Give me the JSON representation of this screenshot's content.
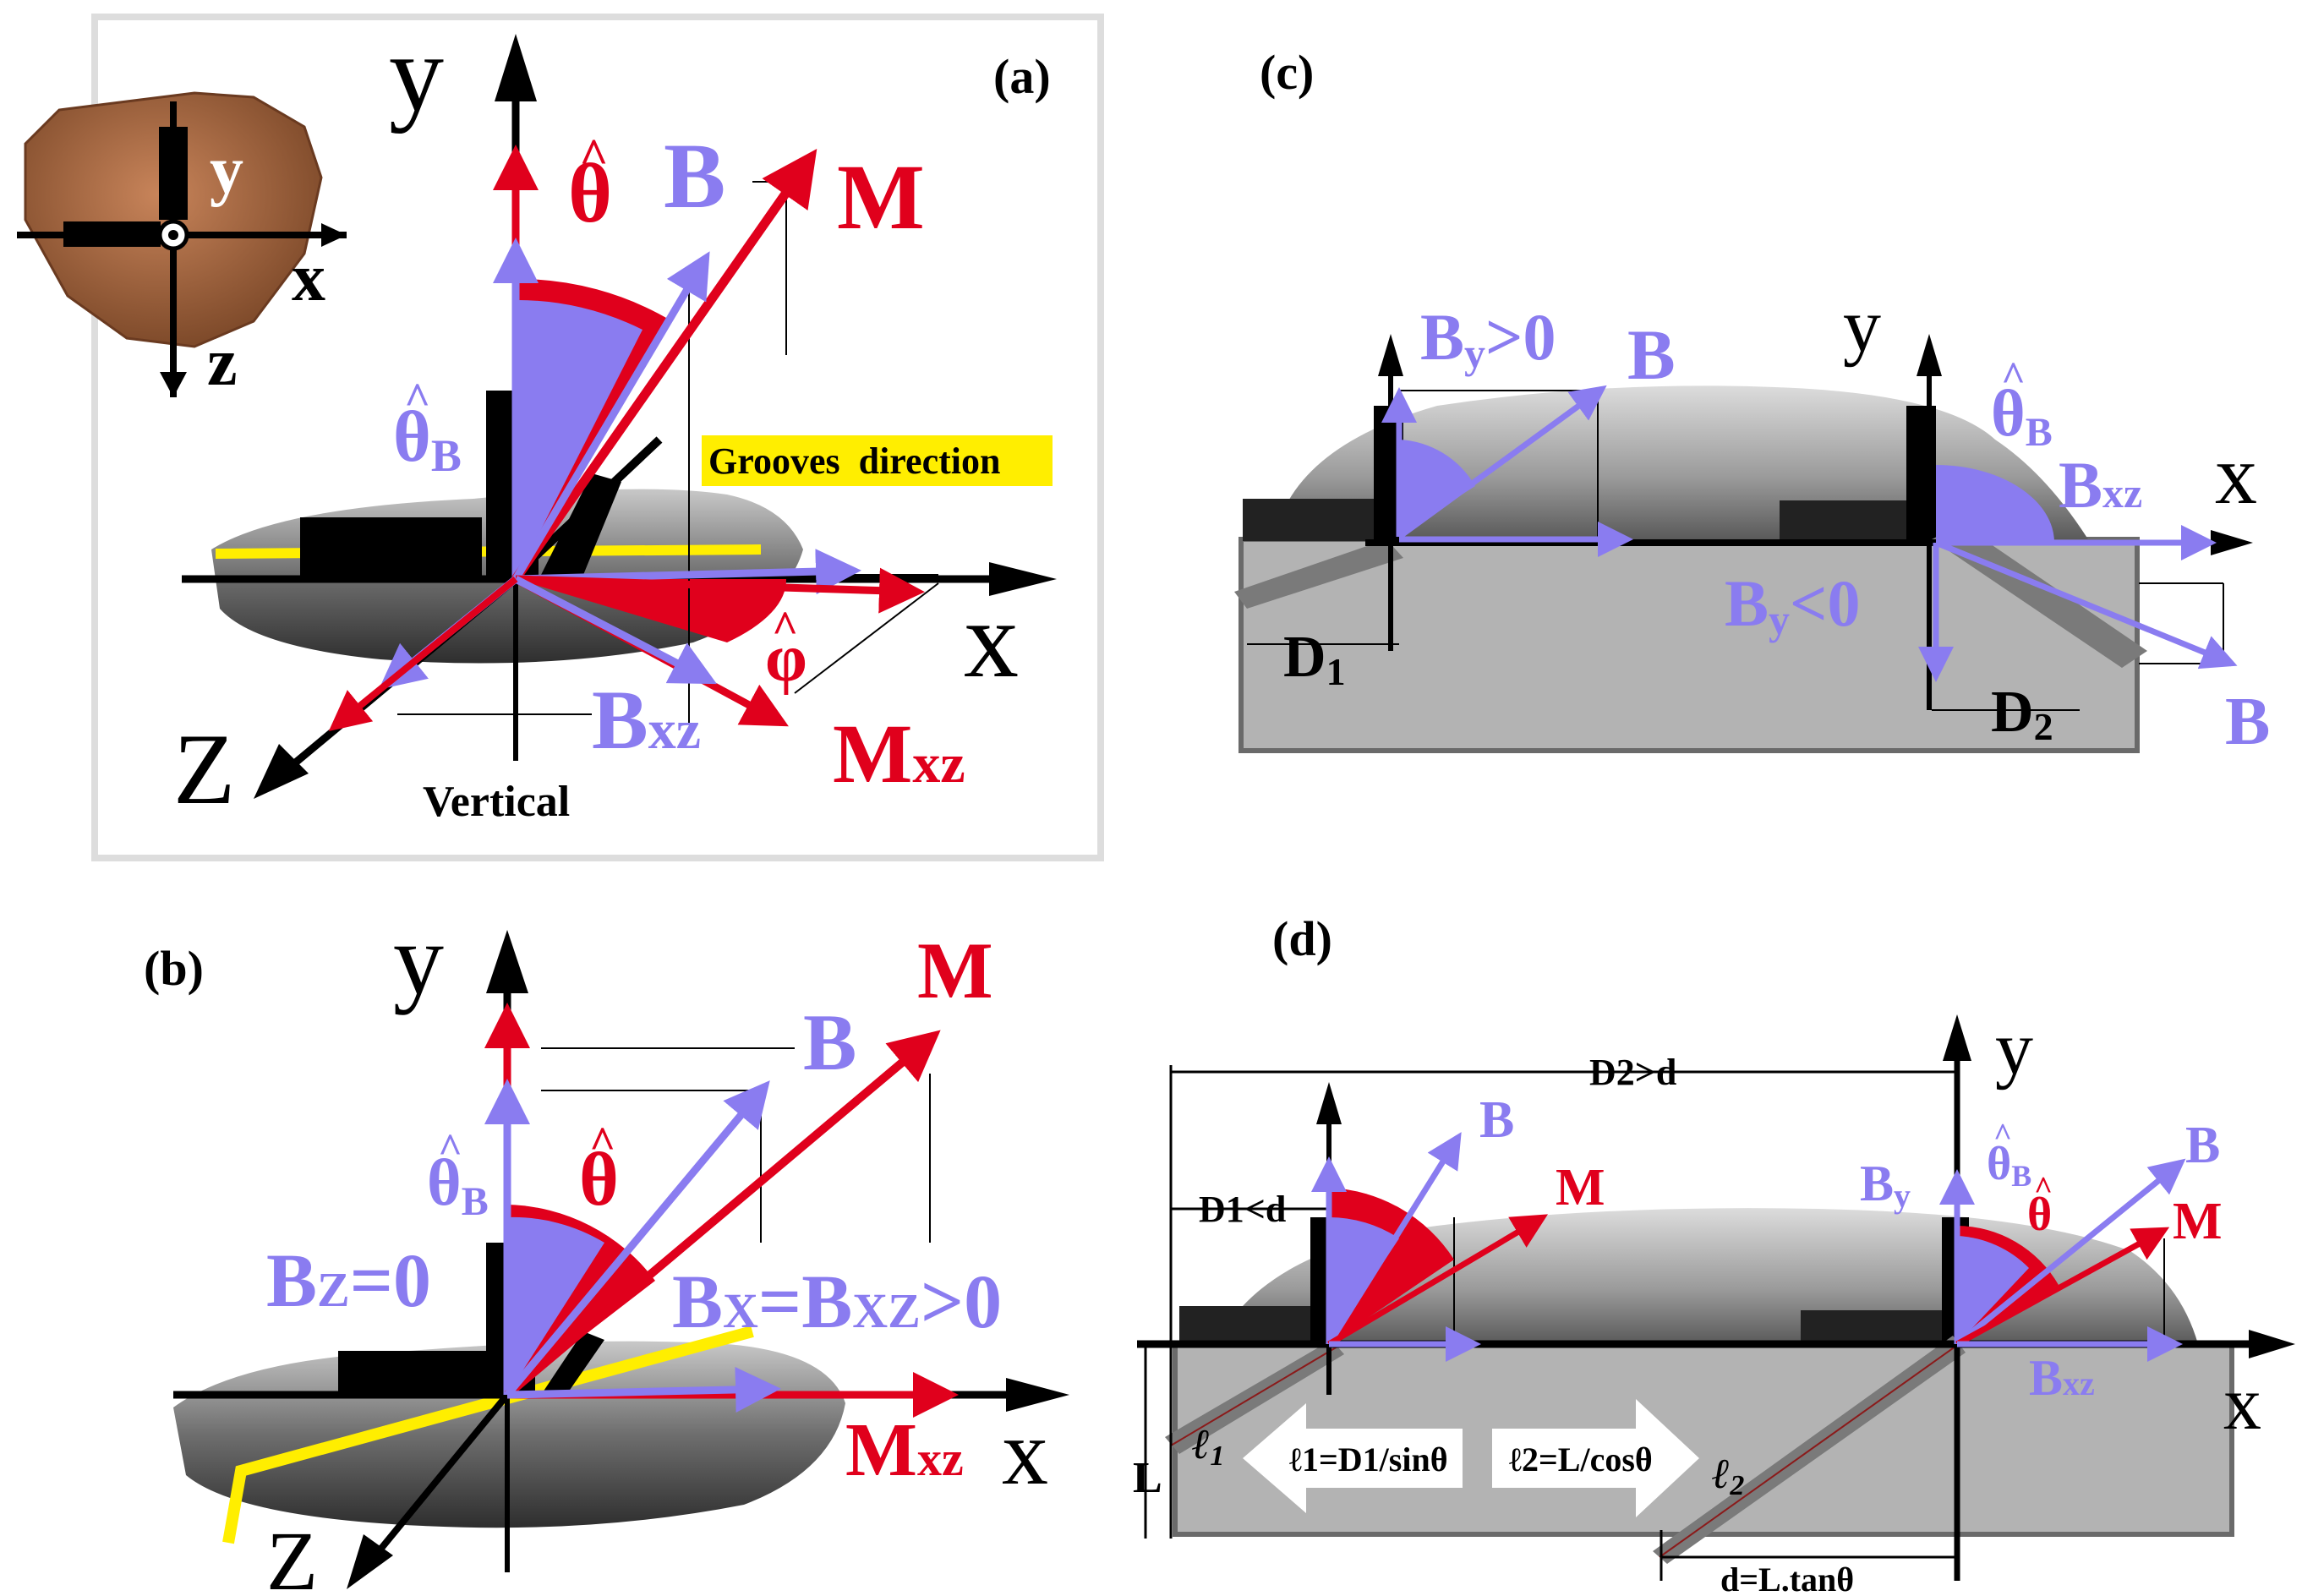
{
  "colors": {
    "blue": "#8a7cf0",
    "red": "#e0001c",
    "black": "#000000",
    "rock_gray": "#7a7a7a",
    "rock_dark": "#3a3a3a",
    "groove_yellow": "#ffee00",
    "ground_gray": "#b3b3b3",
    "stone_brown": "#a8643c"
  },
  "panel_a": {
    "label": "(a)",
    "inset": {
      "y": "y",
      "x": "x",
      "z": "z"
    },
    "axis_y": "y",
    "axis_x": "x",
    "axis_z": "Z",
    "theta_hat": "θ",
    "phi_hat": "φ",
    "B": "B",
    "M": "M",
    "theta_B": "θ",
    "theta_B_sub": "B",
    "grooves": "Grooves  direction",
    "Bxz": "B",
    "Bxz_sub": "xz",
    "Mxz": "M",
    "Mxz_sub": "xz",
    "vertical": "Vertical"
  },
  "panel_b": {
    "label": "(b)",
    "axis_y": "y",
    "axis_x": "x",
    "axis_z": "Z",
    "B": "B",
    "M": "M",
    "theta_hat": "θ",
    "theta_B": "θ",
    "theta_B_sub": "B",
    "Bz_eq": "B",
    "Bz_sub": "Z",
    "Bz_rest": "=0",
    "Bx_eq": "B",
    "Bx_sub": "X",
    "Bx_mid": "=B",
    "Bx_sub2": "XZ",
    "Bx_rest": ">0",
    "Mxz": "M",
    "Mxz_sub": "xz"
  },
  "panel_c": {
    "label": "(c)",
    "axis_y": "y",
    "axis_x": "x",
    "By_pos": "B",
    "By_pos_sub": "y",
    "By_pos_rest": ">0",
    "B_left": "B",
    "B_right": "B",
    "theta_B": "θ",
    "theta_B_sub": "B",
    "Bxz": "B",
    "Bxz_sub": "xz",
    "By_neg": "B",
    "By_neg_sub": "y",
    "By_neg_rest": "<0",
    "D1": "D",
    "D1_sub": "1",
    "D2": "D",
    "D2_sub": "2"
  },
  "panel_d": {
    "label": "(d)",
    "axis_y": "y",
    "axis_x": "x",
    "D2_gt_d": "D2>d",
    "D1_lt_d": "D1<d",
    "B_left": "B",
    "M_left": "M",
    "By": "B",
    "By_sub": "y",
    "theta_B": "θ",
    "theta_B_sub": "B",
    "theta_hat": "θ",
    "B_right": "B",
    "M_right": "M",
    "Bxz": "B",
    "Bxz_sub": "xz",
    "l1_formula": "ℓ1=D1/sinθ",
    "l2_formula": "ℓ2=L/cosθ",
    "l1": "ℓ",
    "l1_sub": "1",
    "l2": "ℓ",
    "l2_sub": "2",
    "L": "L",
    "d_formula": "d=L.tanθ"
  }
}
